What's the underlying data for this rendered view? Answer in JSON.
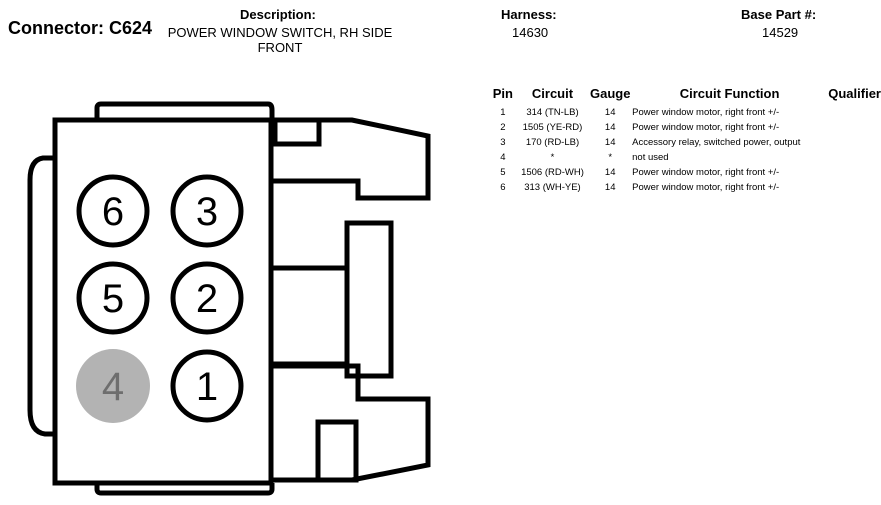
{
  "header": {
    "connector_label": "Connector: C624",
    "description_title": "Description:",
    "description_value": "POWER WINDOW SWITCH, RH SIDE FRONT",
    "harness_title": "Harness:",
    "harness_value": "14630",
    "base_part_title": "Base Part #:",
    "base_part_value": "14529"
  },
  "diagram": {
    "pins": [
      {
        "label": "6",
        "filled": false
      },
      {
        "label": "3",
        "filled": false
      },
      {
        "label": "5",
        "filled": false
      },
      {
        "label": "2",
        "filled": false
      },
      {
        "label": "4",
        "filled": true
      },
      {
        "label": "1",
        "filled": false
      }
    ],
    "colors": {
      "outline": "#000000",
      "unused_pin": "#b3b3b3",
      "unused_pin_text": "#6e6e6e"
    }
  },
  "table": {
    "columns": [
      "Pin",
      "Circuit",
      "Gauge",
      "Circuit Function",
      "Qualifier"
    ],
    "rows": [
      {
        "pin": "1",
        "circuit": "314 (TN-LB)",
        "gauge": "14",
        "function": "Power window motor, right front +/-",
        "qualifier": ""
      },
      {
        "pin": "2",
        "circuit": "1505 (YE-RD)",
        "gauge": "14",
        "function": "Power window motor, right front +/-",
        "qualifier": ""
      },
      {
        "pin": "3",
        "circuit": "170 (RD-LB)",
        "gauge": "14",
        "function": "Accessory relay, switched power, output",
        "qualifier": ""
      },
      {
        "pin": "4",
        "circuit": "*",
        "gauge": "*",
        "function": "not used",
        "qualifier": ""
      },
      {
        "pin": "5",
        "circuit": "1506 (RD-WH)",
        "gauge": "14",
        "function": "Power window motor, right front +/-",
        "qualifier": ""
      },
      {
        "pin": "6",
        "circuit": "313 (WH-YE)",
        "gauge": "14",
        "function": "Power window motor, right front +/-",
        "qualifier": ""
      }
    ]
  }
}
